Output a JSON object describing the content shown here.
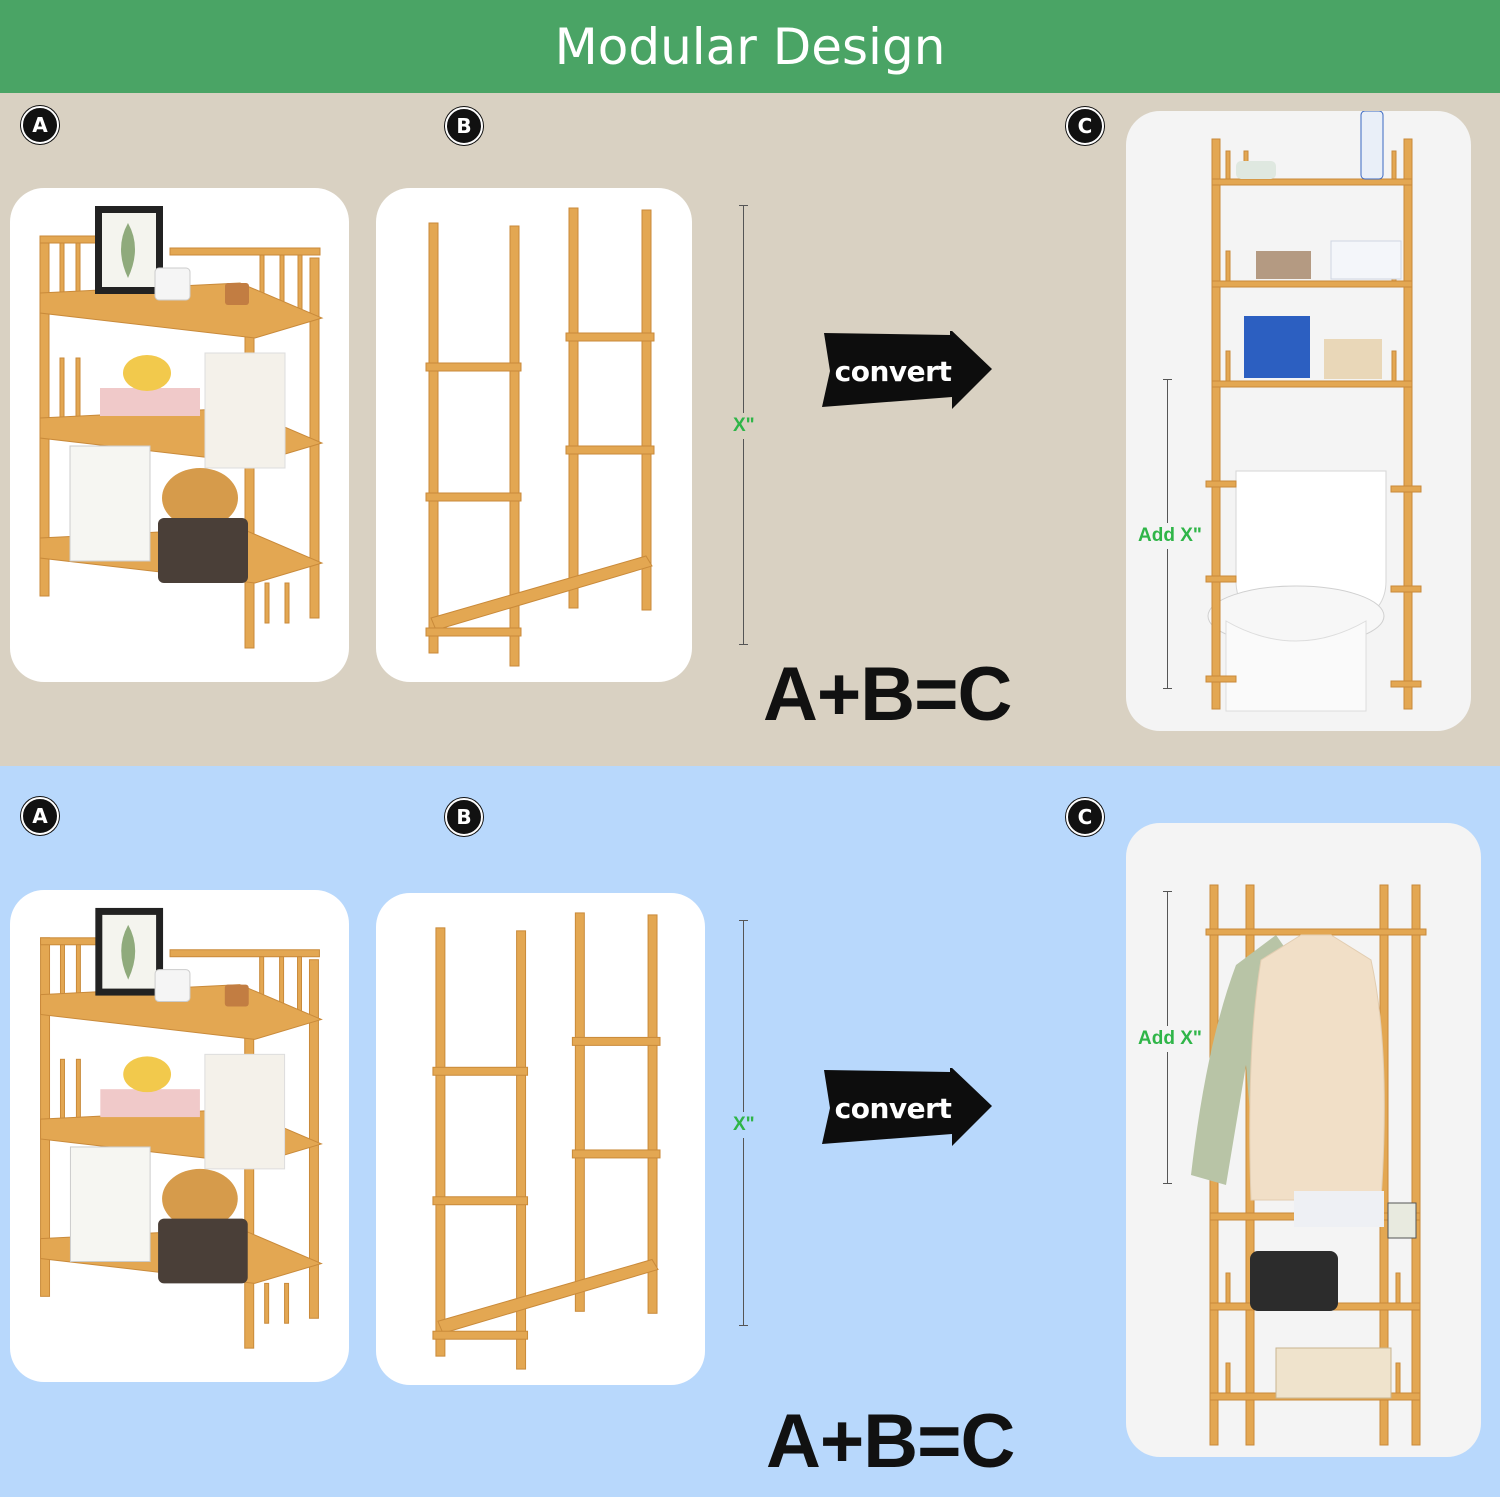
{
  "header": {
    "title": "Modular Design"
  },
  "colors": {
    "header_bg": "#4aa465",
    "top_panel_bg": "#d9d1c2",
    "bottom_panel_bg": "#b8d8fc",
    "accent_green": "#2fb548",
    "bamboo": "#e3a752"
  },
  "top_panel": {
    "badge_a": "A",
    "badge_b": "B",
    "badge_c": "C",
    "dimension_label": "X\"",
    "convert_label": "convert",
    "equation": "A+B=C",
    "added_dimension_label": "Add X\""
  },
  "bottom_panel": {
    "badge_a": "A",
    "badge_b": "B",
    "badge_c": "C",
    "dimension_label": "X\"",
    "convert_label": "convert",
    "equation": "A+B=C",
    "added_dimension_label": "Add X\""
  }
}
